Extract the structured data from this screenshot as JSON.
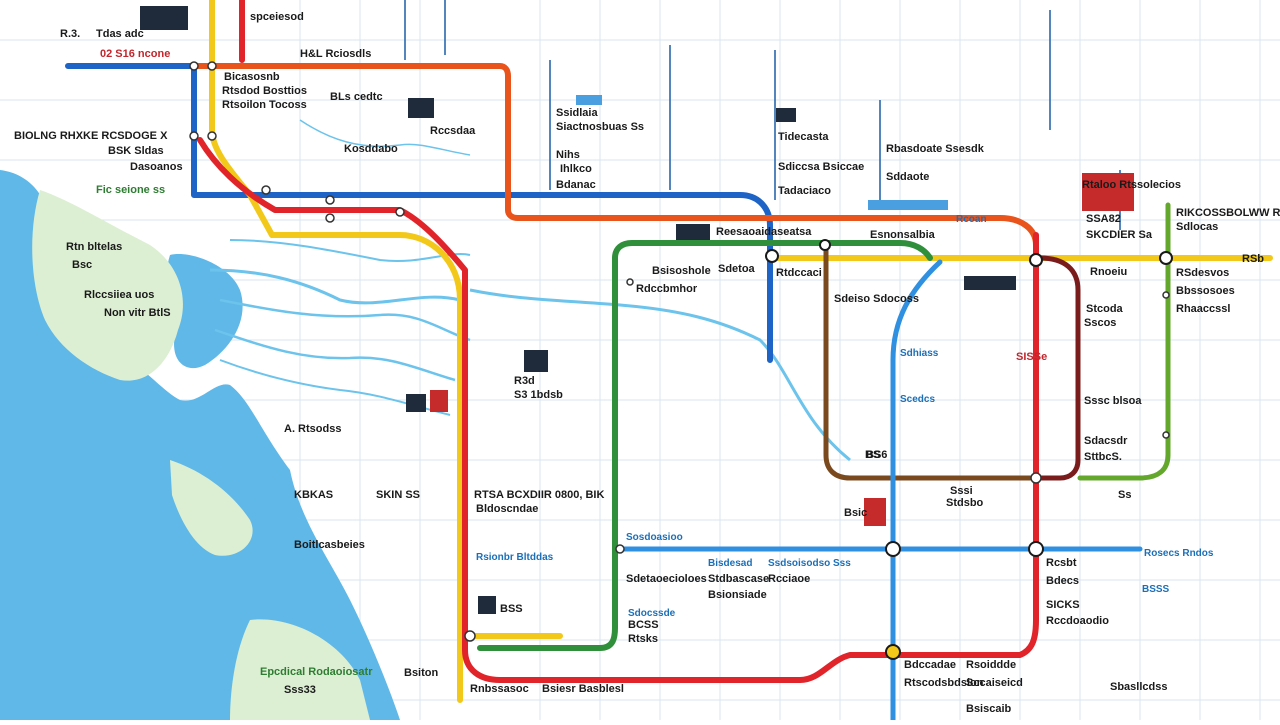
{
  "map": {
    "colors": {
      "water": "#5fb8e8",
      "land": "#ffffff",
      "park": "#dcefd2",
      "line_blue": "#1e63c6",
      "line_orange": "#e8541b",
      "line_yellow": "#f2c81a",
      "line_red": "#e0242a",
      "line_green": "#2f8f3a",
      "line_brown": "#7a4a1e",
      "line_lightblue": "#2f8fe0",
      "line_lime": "#63a82c",
      "line_maroon": "#7b1c1c"
    },
    "lines": [
      {
        "id": "blue",
        "color": "#1e63c6"
      },
      {
        "id": "orange",
        "color": "#e8541b"
      },
      {
        "id": "yellow",
        "color": "#f2c81a"
      },
      {
        "id": "red",
        "color": "#e0242a"
      },
      {
        "id": "green",
        "color": "#2f8f3a"
      },
      {
        "id": "brown",
        "color": "#7a4a1e"
      },
      {
        "id": "lightblue",
        "color": "#2f8fe0"
      },
      {
        "id": "lime",
        "color": "#63a82c"
      },
      {
        "id": "maroon",
        "color": "#7b1c1c"
      }
    ],
    "labels": {
      "l1": "R.3.",
      "l2": "Tdas adc",
      "l3": "02 S16 ncone",
      "l4": "spceiesod",
      "l5": "BIOLNG RHXKE RCSDOGE X",
      "l6": "BSK Sldas",
      "l7": "Dasoanos",
      "l8": "Fic seione ss",
      "l9": "Rtn bltelas",
      "l10": "Bsc",
      "l11": "Rlccsiiea uos",
      "l12": "Non vitr BtlS",
      "l13": "Bicasosnb",
      "l14": "H&L Rciosdls",
      "l15": "Rtsdod Bosttios",
      "l16": "Rtsoilon Tocoss",
      "l17": "BLs cedtc",
      "l18": "Rccsdaa",
      "l19": "Kosddabo",
      "l20": "Ssidlaia",
      "l21": "Siactnosbuas Ss",
      "l22": "Bdanac",
      "l23": "Epcdical Rodaoiosatr",
      "l24": "Sss33",
      "l25": "Nihs",
      "l26": "Ihlkco",
      "l27": "Tidecasta",
      "l28": "Sdiccsa Bsiccae",
      "l29": "Tadaciaco",
      "l30": "Rbasdoate Ssesdk",
      "l31": "Sddaote",
      "l32": "Rcoan",
      "l33": "Reesaoaidaseatsa",
      "l34": "Esnonsalbia",
      "l35": "Bsisoshole",
      "l36": "Rdccbmhor",
      "l37": "Sdetoa",
      "l38": "Rtdccaci",
      "l39": "Sdeiso Sdocoss",
      "l40": "Sdhiass",
      "l41": "Scedcs",
      "l42": "BS6",
      "l43": "Rtaloo Rtssolecios",
      "l44": "SSA82",
      "l45": "SKCDIER Sa",
      "l46": "Rnoeiu",
      "l47": "RIKCOSSBOLWW RS",
      "l48": "Sdlocas",
      "l49": "RSdesvos",
      "l50": "Bbssosoes",
      "l51": "Rhaaccssl",
      "l52": "Stcoda",
      "l53": "Sscos",
      "l54": "RSb",
      "l55": "SISSe",
      "l56": "Sssc blsoa",
      "l57": "Sdacsdr",
      "l58": "SttbcS.",
      "l59": "Sssi",
      "l60": "Stdsbo",
      "l61": "Rosecs Rndos",
      "l62": "BSSS",
      "l63": "Rcsbt",
      "l64": "Bdecs",
      "l65": "SICKS",
      "l66": "Rccdoaodio",
      "l67": "Bdccadae",
      "l68": "Rtscodsbdsion",
      "l69": "Rsoiddde",
      "l70": "Sccaiseicd",
      "l71": "Bsiscaib",
      "l72": "Sbasllcdss",
      "l73": "Bisdesad",
      "l74": "Ssdsoisodso Sss",
      "l75": "Stdbascase",
      "l76": "Rcciaoe",
      "l77": "Bsionsiade",
      "l78": "Sosdoasioo",
      "l79": "Sdetaoecioloes",
      "l80": "Sdocssde",
      "l81": "BCSS",
      "l82": "Rtsks",
      "l83": "R3d",
      "l84": "S3 1bdsb",
      "l85": "A. Rtsodss",
      "l86": "KBKAS",
      "l87": "RTSA BCXDIIR 0800, BIK",
      "l88": "Bldoscndae",
      "l89": "Rsionbr Bltddas",
      "l90": "Boitlcasbeies",
      "l91": "BSS",
      "l92": "SKIN SS",
      "l93": "BS",
      "l94": "Bsiton",
      "l95": "Rnbssasoc",
      "l96": "Bsiesr Basblesl",
      "l97": "Bsic",
      "l98": "Ss"
    }
  }
}
